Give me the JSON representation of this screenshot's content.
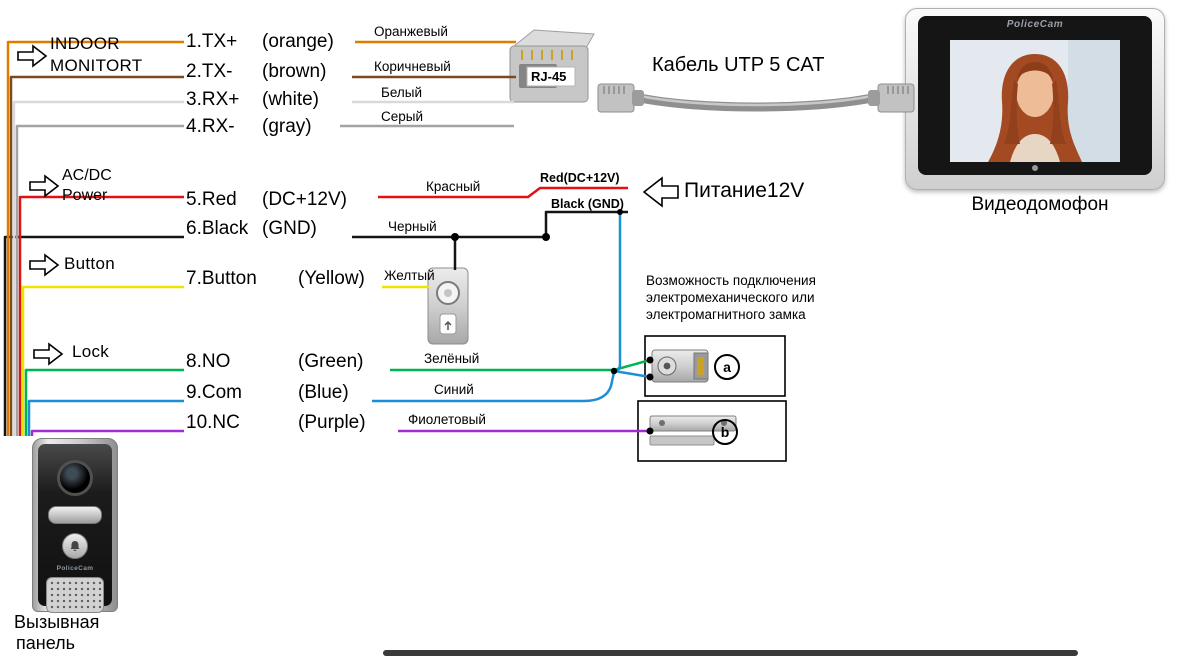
{
  "side_labels": {
    "indoor": [
      "INDOOR",
      "MONITORT"
    ],
    "power": [
      "AC/DC",
      "Power"
    ],
    "button": "Button",
    "lock": "Lock"
  },
  "pins": [
    {
      "name": "1.TX+",
      "color": "(orange)",
      "ru": "Оранжевый"
    },
    {
      "name": "2.TX-",
      "color": "(brown)",
      "ru": "Коричневый"
    },
    {
      "name": "3.RX+",
      "color": "(white)",
      "ru": "Белый"
    },
    {
      "name": "4.RX-",
      "color": "(gray)",
      "ru": "Серый"
    },
    {
      "name": "5.Red",
      "color": "(DC+12V)",
      "ru": "Красный"
    },
    {
      "name": "6.Black",
      "color": "(GND)",
      "ru": "Черный"
    },
    {
      "name": "7.Button",
      "color": "(Yellow)",
      "ru": "Желтый"
    },
    {
      "name": "8.NO",
      "color": "(Green)",
      "ru": "Зелёный"
    },
    {
      "name": "9.Com",
      "color": "(Blue)",
      "ru": "Синий"
    },
    {
      "name": "10.NC",
      "color": "(Purple)",
      "ru": "Фиолетовый"
    }
  ],
  "connector": {
    "rj45": "RJ-45",
    "utp_cable": "Кабель UTP 5 CAT"
  },
  "power": {
    "red": "Red(DC+12V)",
    "black": "Black (GND)",
    "supply": "Питание12V"
  },
  "lock_section": {
    "note": [
      "Возможность подключения",
      "электромеханического или",
      "электромагнитного замка"
    ],
    "lock_a": "a",
    "lock_b": "b"
  },
  "devices": {
    "brand": "PoliceCam",
    "monitor_label": "Видеодомофон",
    "panel_label": [
      "Вызывная",
      "панель"
    ]
  },
  "wire_hex": {
    "orange": "#e07b00",
    "brown": "#7b4a1e",
    "white": "#d9d9d9",
    "gray": "#a3a3a3",
    "red": "#e01212",
    "black": "#141414",
    "yellow": "#ede400",
    "green": "#00b44f",
    "blue": "#1b8fd6",
    "purple": "#a22bd8"
  }
}
